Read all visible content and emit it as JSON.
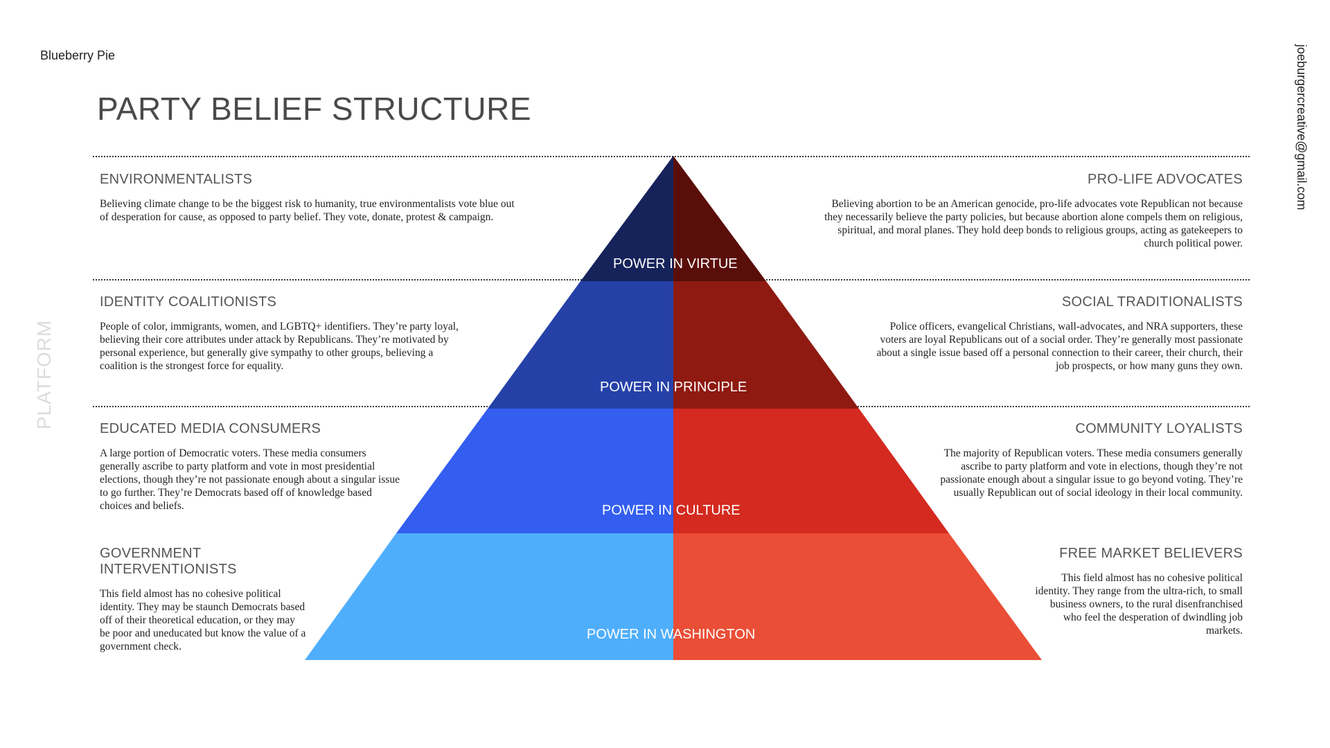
{
  "brand": "Blueberry Pie",
  "email": "joeburgercreative@gmail.com",
  "side_label": "PLATFORM",
  "title": "PARTY BELIEF STRUCTURE",
  "colors": {
    "left_tiers": [
      "#16235a",
      "#2541a8",
      "#335ef0",
      "#4faefc"
    ],
    "right_tiers": [
      "#5a0e0a",
      "#8e1a12",
      "#d42a1f",
      "#ea4e36"
    ]
  },
  "tiers": [
    {
      "label": "POWER IN VIRTUE"
    },
    {
      "label": "POWER IN PRINCIPLE"
    },
    {
      "label": "POWER IN CULTURE"
    },
    {
      "label": "POWER IN WASHINGTON"
    }
  ],
  "left_groups": [
    {
      "heading": "ENVIRONMENTALISTS",
      "text": "Believing climate change to be the biggest risk to humanity, true environmentalists vote blue out of desperation for cause, as opposed to party belief. They vote, donate, protest & campaign."
    },
    {
      "heading": "IDENTITY COALITIONISTS",
      "text": "People of color, immigrants, women, and LGBTQ+ identifiers. They’re party loyal, believing their core attributes under attack by Republicans. They’re motivated by personal experience, but generally give sympathy to other groups, believing a coalition is the strongest force for equality."
    },
    {
      "heading": "EDUCATED MEDIA CONSUMERS",
      "text": "A large portion of Democratic voters. These media consumers generally ascribe to party platform and vote in most presidential elections, though they’re not passionate enough about a singular issue to go further. They’re Democrats based off of knowledge based choices and beliefs."
    },
    {
      "heading": "GOVERNMENT INTERVENTIONISTS",
      "text": "This field almost has no cohesive political identity. They may be staunch Democrats based off of their theoretical education, or they may be poor and uneducated but know the value of a government check."
    }
  ],
  "right_groups": [
    {
      "heading": "PRO-LIFE ADVOCATES",
      "text": "Believing abortion to be an American genocide, pro-life advocates vote Republican not because they necessarily believe the party policies, but because abortion alone compels them on religious, spiritual, and moral planes. They hold deep bonds to religious groups, acting as gatekeepers to church political power."
    },
    {
      "heading": "SOCIAL TRADITIONALISTS",
      "text": "Police officers, evangelical Christians, wall-advocates, and NRA supporters, these voters are loyal Republicans out of a social order. They’re generally most passionate about a single issue based off a personal connection to their career, their church, their job prospects, or how many guns they own."
    },
    {
      "heading": "COMMUNITY LOYALISTS",
      "text": "The majority of Republican voters. These media consumers generally ascribe to party platform and vote in elections, though they’re not passionate enough about a singular issue to go beyond voting. They’re usually Republican out of social ideology in their local community."
    },
    {
      "heading": "FREE MARKET BELIEVERS",
      "text": "This field almost has no cohesive political identity. They range from the ultra-rich, to small business owners, to the rural disenfranchised who feel the desperation of dwindling job markets."
    }
  ]
}
